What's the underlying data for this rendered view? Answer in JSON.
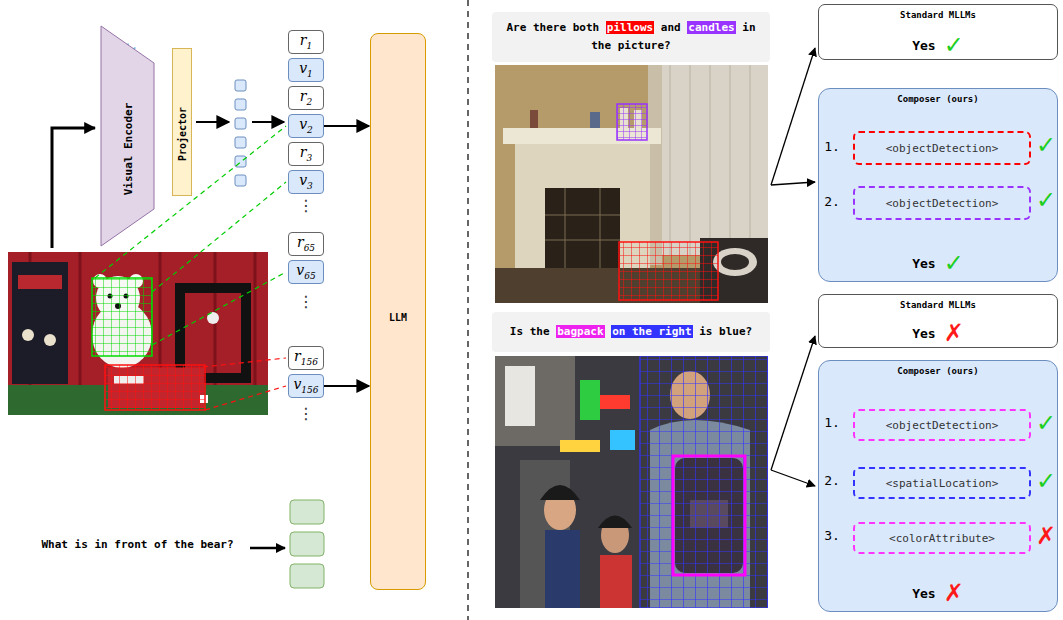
{
  "diagram": {
    "nodes": [
      {
        "text": [
          "Visual Encoder"
        ]
      },
      {
        "text": [
          "Projector"
        ]
      },
      {
        "text": [
          "r1"
        ]
      },
      {
        "text": [
          "v1"
        ]
      },
      {
        "text": [
          "r2"
        ]
      },
      {
        "text": [
          "v2"
        ]
      },
      {
        "text": [
          "r3"
        ]
      },
      {
        "text": [
          "v3"
        ]
      },
      {
        "text": [
          "r65"
        ]
      },
      {
        "text": [
          "v65"
        ]
      },
      {
        "text": [
          "r156"
        ]
      },
      {
        "text": [
          "v156"
        ]
      },
      {
        "text": [
          "LLM"
        ]
      },
      {
        "text": [
          "Are there both pillows and candles in the picture?"
        ]
      },
      {
        "text": [
          "Standard MLLMs",
          "Yes",
          "✓"
        ]
      },
      {
        "text": [
          "Composer (ours)",
          "Yes",
          "✓"
        ]
      },
      {
        "text": [
          "<objectDetection>"
        ],
        "in": 15
      },
      {
        "text": [
          "<objectDetection>"
        ],
        "in": 15
      },
      {
        "text": [
          "Is the bagpack on the right is blue?"
        ]
      },
      {
        "text": [
          "Standard MLLMs",
          "Yes",
          "✗"
        ]
      },
      {
        "text": [
          "Composer (ours)",
          "Yes",
          "✗"
        ]
      },
      {
        "text": [
          "<objectDetection>"
        ],
        "in": 20
      },
      {
        "text": [
          "<spatialLocation>"
        ],
        "in": 20
      },
      {
        "text": [
          "<colorAttribute>"
        ],
        "in": 20
      }
    ],
    "edges": [
      {
        "from": 5,
        "to": 12,
        "arrow": "to"
      },
      {
        "from": 11,
        "to": 12,
        "arrow": "to"
      }
    ],
    "labels": [
      "⋮",
      "⋮",
      "⋮",
      "What is in front of the bear?",
      "1.",
      "✓",
      "2.",
      "✓",
      "1.",
      "✓",
      "2.",
      "✓",
      "3.",
      "✗"
    ]
  }
}
